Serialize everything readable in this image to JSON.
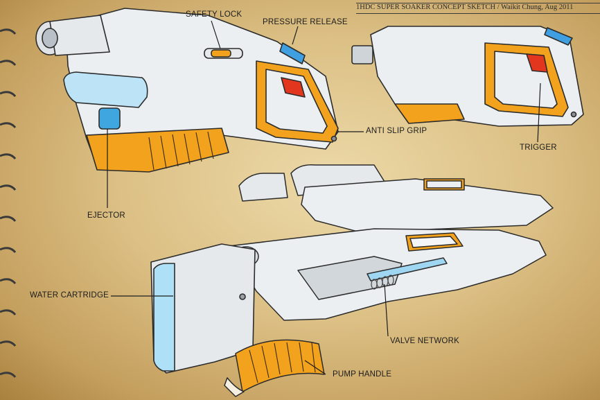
{
  "caption": "1HDC SUPER SOAKER CONCEPT SKETCH / Waikit Chung, Aug 2011",
  "labels": {
    "safety_lock": "SAFETY LOCK",
    "pressure_release": "PRESSURE RELEASE",
    "anti_slip_grip": "ANTI SLIP GRIP",
    "trigger": "TRIGGER",
    "ejector": "EJECTOR",
    "water_cartridge": "WATER CARTRIDGE",
    "valve_network": "VALVE NETWORK",
    "pump_handle": "PUMP HANDLE"
  },
  "colors": {
    "paper": "#dcc085",
    "body": "#eceff2",
    "outline": "#2b2b2b",
    "accent_orange": "#f2a21c",
    "accent_blue": "#9fd6f2",
    "accent_red": "#e3361f",
    "ring": "#3d3d3d"
  }
}
